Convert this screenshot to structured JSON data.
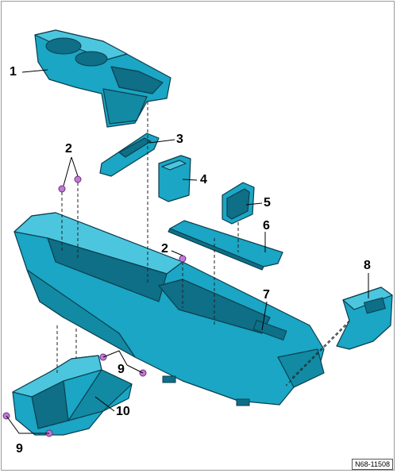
{
  "diagram": {
    "callouts": {
      "c1": "1",
      "c2a": "2",
      "c2b": "2",
      "c3": "3",
      "c4": "4",
      "c5": "5",
      "c6": "6",
      "c7": "7",
      "c8": "8",
      "c9a": "9",
      "c9b": "9",
      "c10": "10"
    },
    "reference_code": "N68-11508"
  },
  "colors": {
    "part_fill": "#1aa6c4",
    "part_light": "#4cc6de",
    "part_dark": "#0e6f86",
    "part_stroke": "#0b3e4e",
    "screw": "#c27ad6"
  }
}
